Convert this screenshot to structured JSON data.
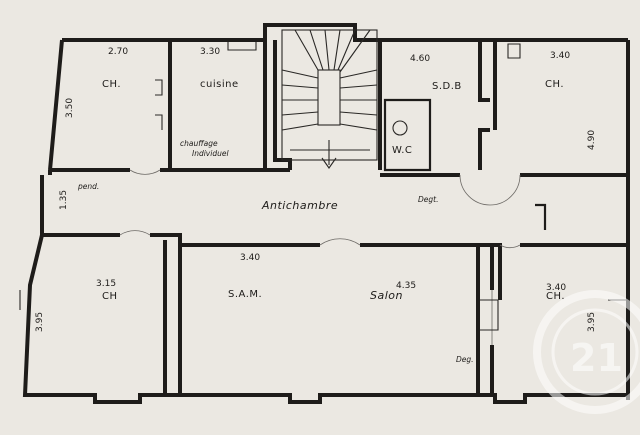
{
  "rooms": {
    "ch_top_left": "CH.",
    "cuisine": "cuisine",
    "chauffage_line1": "chauffage",
    "chauffage_line2": "Individuel",
    "sdb": "S.D.B",
    "ch_top_right": "CH.",
    "wc": "W.C",
    "pend": "pend.",
    "antichambre": "Antichambre",
    "deg_top": "Degt.",
    "ch_bottom_left": "CH",
    "sam": "S.A.M.",
    "salon": "Salon",
    "ch_bottom_right": "CH.",
    "deg_bottom": "Deg."
  },
  "dimensions": {
    "ch_top_left_width": "2.70",
    "ch_top_left_depth": "3.50",
    "cuisine_width": "3.30",
    "sdb_width": "4.60",
    "ch_top_right_width": "3.40",
    "ch_top_right_depth": "4.90",
    "pend_depth": "1.35",
    "ch_bottom_left_width": "3.15",
    "ch_bottom_left_depth": "3.95",
    "sam_width": "3.40",
    "salon_width": "4.35",
    "ch_bottom_right_width": "3.40",
    "ch_bottom_right_depth": "3.95"
  },
  "watermark": {
    "icon": "century-21-logo-icon",
    "text": "21"
  }
}
